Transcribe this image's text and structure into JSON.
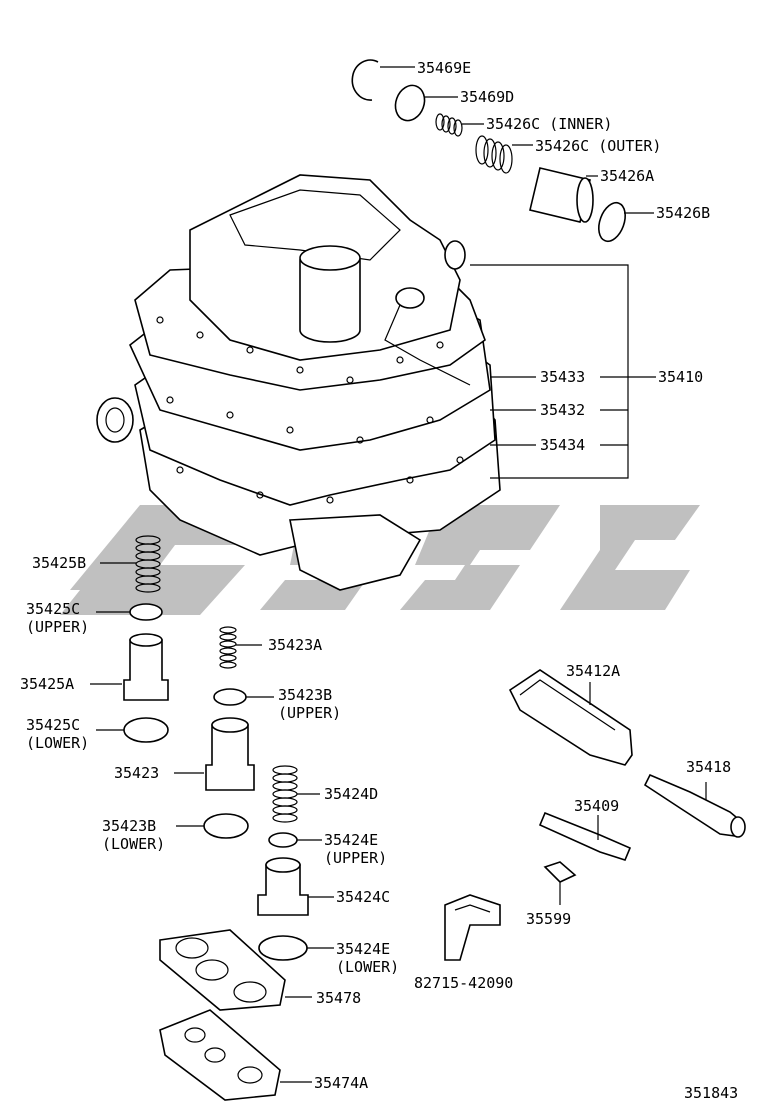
{
  "diagram_number": "351843",
  "colors": {
    "line": "#000000",
    "background": "#ffffff",
    "watermark": "#8c8c8c"
  },
  "labels": {
    "p35469E": "35469E",
    "p35469D": "35469D",
    "p35426C_inner": "35426C (INNER)",
    "p35426C_outer": "35426C (OUTER)",
    "p35426A": "35426A",
    "p35426B": "35426B",
    "p35433": "35433",
    "p35410": "35410",
    "p35432": "35432",
    "p35434": "35434",
    "p35425B": "35425B",
    "p35425C_upper": "35425C",
    "p35425C_upper_note": "(UPPER)",
    "p35425A": "35425A",
    "p35425C_lower": "35425C",
    "p35425C_lower_note": "(LOWER)",
    "p35423A": "35423A",
    "p35423B_upper": "35423B",
    "p35423B_upper_note": "(UPPER)",
    "p35423": "35423",
    "p35423B_lower": "35423B",
    "p35423B_lower_note": "(LOWER)",
    "p35424D": "35424D",
    "p35424E_upper": "35424E",
    "p35424E_upper_note": "(UPPER)",
    "p35424C": "35424C",
    "p35424E_lower": "35424E",
    "p35424E_lower_note": "(LOWER)",
    "p35478": "35478",
    "p35474A": "35474A",
    "p35412A": "35412A",
    "p35418": "35418",
    "p35409": "35409",
    "p35599": "35599",
    "p82715": "82715-42090"
  }
}
